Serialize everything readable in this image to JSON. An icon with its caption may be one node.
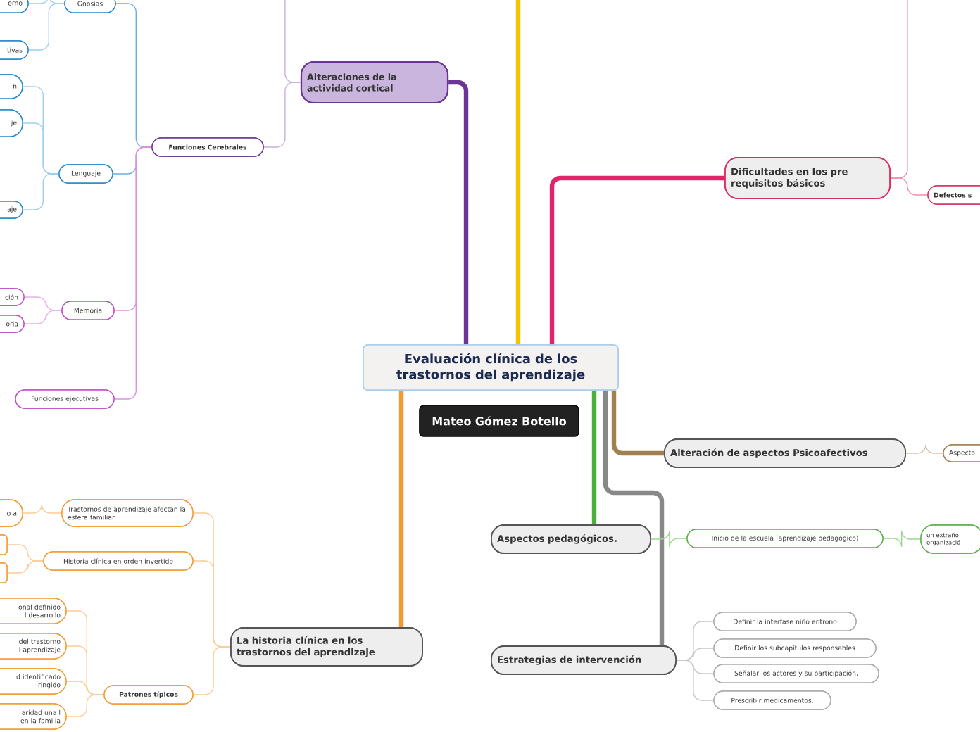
{
  "diagram": {
    "nodes": [
      {
        "text": [
          "Evaluación clínica de los trastornos del aprendizaje"
        ]
      },
      {
        "text": [
          "Mateo Gómez Botello"
        ]
      },
      {
        "text": [
          "Alteraciones de la actividad cortical"
        ]
      },
      {
        "text": [
          "Funciones Cerebrales"
        ]
      },
      {
        "text": [
          "Gnosias"
        ]
      },
      {
        "text": [
          "orno"
        ]
      },
      {
        "text": [
          "tivas"
        ]
      },
      {
        "text": [
          "Lenguaje"
        ]
      },
      {
        "text": [
          "n"
        ]
      },
      {
        "text": [
          "je"
        ]
      },
      {
        "text": [
          "aje"
        ]
      },
      {
        "text": [
          "Memoria"
        ]
      },
      {
        "text": [
          "ción"
        ]
      },
      {
        "text": [
          "oria"
        ]
      },
      {
        "text": [
          "Funciones ejecutivas"
        ]
      },
      {
        "text": [
          "Dificultades en los pre requisitos básicos"
        ]
      },
      {
        "text": [
          "Defectos s"
        ]
      },
      {
        "text": [
          "Alteración de aspectos Psicoafectivos"
        ]
      },
      {
        "text": [
          "Aspecto"
        ]
      },
      {
        "text": [
          "Aspectos pedagógicos."
        ]
      },
      {
        "text": [
          "Inicio de la escuela (aprendizaje pedagógico)"
        ]
      },
      {
        "text": [
          "un extraño organizació"
        ]
      },
      {
        "text": [
          "Estrategias de intervención"
        ]
      },
      {
        "text": [
          "Definir la interfase niño entrono"
        ]
      },
      {
        "text": [
          "Definir los subcapítulos responsables"
        ]
      },
      {
        "text": [
          "Señalar los actores y su participación."
        ]
      },
      {
        "text": [
          "Prescribir medicamentos."
        ]
      },
      {
        "text": [
          "La historia clínica en los trastornos del aprendizaje"
        ]
      },
      {
        "text": [
          "Trastornos de aprendizaje afectan la esfera familiar"
        ]
      },
      {
        "text": [
          "lo a"
        ]
      },
      {
        "text": [
          "Historia clínica en orden invertido"
        ]
      },
      {
        "text": [],
        "shape": "box"
      },
      {
        "text": [],
        "shape": "box"
      },
      {
        "text": [
          "Patrones típicos"
        ]
      },
      {
        "text": [
          "onal definido l desarrollo"
        ]
      },
      {
        "text": [
          "del trastorno l aprendizaje"
        ]
      },
      {
        "text": [
          "d identificado ringido"
        ]
      },
      {
        "text": [
          "aridad una l en la familia"
        ]
      }
    ],
    "edges": [
      {
        "from": 0,
        "to": 2,
        "arrow": "none",
        "style": "thick",
        "color": "#6a3596"
      },
      {
        "from": 0,
        "to": null,
        "arrow": "none",
        "style": "thick",
        "color": "#f5c400"
      },
      {
        "from": 0,
        "to": 15,
        "arrow": "none",
        "style": "thick",
        "color": "#e0246a"
      },
      {
        "from": 0,
        "to": 17,
        "arrow": "none",
        "style": "thick",
        "color": "#a08050"
      },
      {
        "from": 0,
        "to": 19,
        "arrow": "none",
        "style": "thick",
        "color": "#4caf3c"
      },
      {
        "from": 0,
        "to": 22,
        "arrow": "none",
        "style": "thick",
        "color": "#888888"
      },
      {
        "from": 0,
        "to": 27,
        "arrow": "none",
        "style": "thick",
        "color": "#f39a33"
      },
      {
        "from": 2,
        "to": null,
        "arrow": "none",
        "color": "#c8b0dc"
      },
      {
        "from": 2,
        "to": 3,
        "arrow": "none",
        "color": "#c8b0dc"
      },
      {
        "from": 3,
        "to": 4,
        "arrow": "none",
        "color": "#6ab0e0"
      },
      {
        "from": 3,
        "to": 7,
        "arrow": "none",
        "color": "#6ab0e0"
      },
      {
        "from": 3,
        "to": 11,
        "arrow": "none",
        "color": "#e090e0"
      },
      {
        "from": 3,
        "to": 14,
        "arrow": "none",
        "color": "#e090e0"
      },
      {
        "from": 4,
        "to": 5,
        "arrow": "none",
        "color": "#9cd0ee"
      },
      {
        "from": 4,
        "to": 6,
        "arrow": "none",
        "color": "#9cd0ee"
      },
      {
        "from": 7,
        "to": 8,
        "arrow": "none",
        "color": "#9cd0ee"
      },
      {
        "from": 7,
        "to": 9,
        "arrow": "none",
        "color": "#9cd0ee"
      },
      {
        "from": 7,
        "to": 10,
        "arrow": "none",
        "color": "#9cd0ee"
      },
      {
        "from": 11,
        "to": 12,
        "arrow": "none",
        "color": "#eab0ea"
      },
      {
        "from": 11,
        "to": 13,
        "arrow": "none",
        "color": "#eab0ea"
      },
      {
        "from": 15,
        "to": null,
        "arrow": "none",
        "color": "#f090b0"
      },
      {
        "from": 15,
        "to": 16,
        "arrow": "none",
        "color": "#f090b0"
      },
      {
        "from": 17,
        "to": 18,
        "arrow": "none",
        "color": "#d0c4a8"
      },
      {
        "from": 19,
        "to": 20,
        "arrow": "none",
        "color": "#9cd890"
      },
      {
        "from": 20,
        "to": 21,
        "arrow": "none",
        "color": "#9cd890"
      },
      {
        "from": 22,
        "to": 23,
        "arrow": "none",
        "color": "#c8c8c8"
      },
      {
        "from": 22,
        "to": 24,
        "arrow": "none",
        "color": "#c8c8c8"
      },
      {
        "from": 22,
        "to": 25,
        "arrow": "none",
        "color": "#c8c8c8"
      },
      {
        "from": 22,
        "to": 26,
        "arrow": "none",
        "color": "#c8c8c8"
      },
      {
        "from": 27,
        "to": 28,
        "arrow": "none",
        "color": "#fbcc98"
      },
      {
        "from": 27,
        "to": 30,
        "arrow": "none",
        "color": "#fbcc98"
      },
      {
        "from": 27,
        "to": 33,
        "arrow": "none",
        "color": "#fbcc98"
      },
      {
        "from": 28,
        "to": 29,
        "arrow": "none",
        "color": "#fbcc98"
      },
      {
        "from": 30,
        "to": 31,
        "arrow": "none",
        "color": "#fbcc98"
      },
      {
        "from": 30,
        "to": 32,
        "arrow": "none",
        "color": "#fbcc98"
      },
      {
        "from": 33,
        "to": 34,
        "arrow": "none",
        "color": "#fbcc98"
      },
      {
        "from": 33,
        "to": 35,
        "arrow": "none",
        "color": "#fbcc98"
      },
      {
        "from": 33,
        "to": 36,
        "arrow": "none",
        "color": "#fbcc98"
      },
      {
        "from": 33,
        "to": 37,
        "arrow": "none",
        "color": "#fbcc98"
      }
    ]
  }
}
